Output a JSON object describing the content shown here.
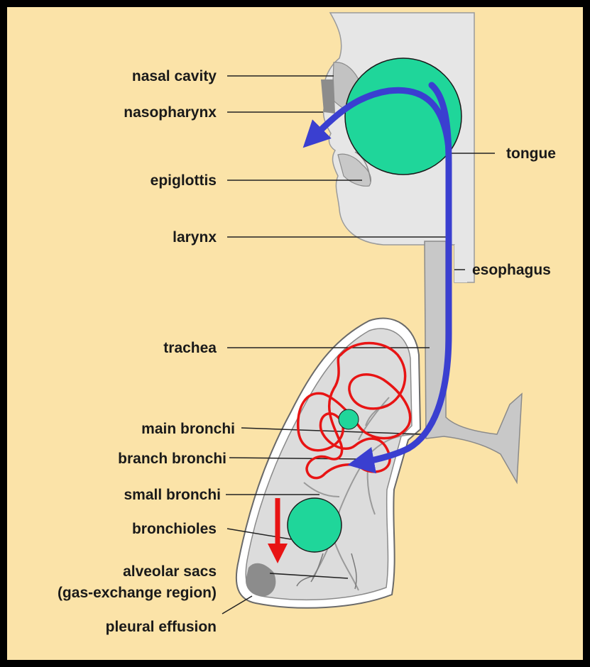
{
  "labels": {
    "nasal_cavity": "nasal cavity",
    "nasopharynx": "nasopharynx",
    "tongue": "tongue",
    "epiglottis": "epiglottis",
    "larynx": "larynx",
    "esophagus": "esophagus",
    "trachea": "trachea",
    "main_bronchi": "main bronchi",
    "branch_bronchi": "branch bronchi",
    "small_bronchi": "small bronchi",
    "bronchioles": "bronchioles",
    "alveolar_sacs": "alveolar sacs",
    "gas_exchange": "(gas-exchange region)",
    "pleural_effusion": "pleural effusion"
  },
  "colors": {
    "background": "#fbe3a8",
    "border": "#000000",
    "tissue_light": "#e4e4e4",
    "tissue_mid": "#c8c8c8",
    "tissue_dark": "#8c8c8c",
    "particle": "#1fd69a",
    "path_arrow": "#3a3fd0",
    "red_arrow": "#e81414"
  }
}
